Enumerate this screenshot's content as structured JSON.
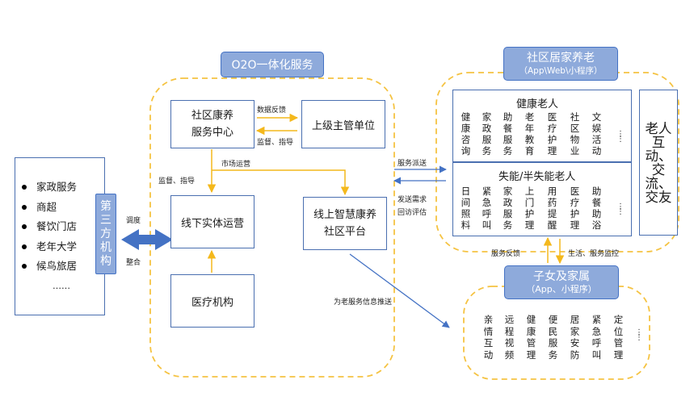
{
  "o2o": {
    "title": "O2O一体化服务",
    "community_center_line1": "社区康养",
    "community_center_line2": "服务中心",
    "superior_unit": "上级主管单位",
    "offline_ops": "线下实体运营",
    "online_platform_line1": "线上智慧康养",
    "online_platform_line2": "社区平台",
    "medical": "医疗机构",
    "label_data_feedback": "数据反馈",
    "label_supervise_guide": "监督、指导",
    "label_supervise_guide_2": "监督、指导",
    "label_market_ops": "市场运营"
  },
  "third_party": {
    "label": "第三方机构",
    "items": [
      "家政服务",
      "商超",
      "餐饮门店",
      "老年大学",
      "候鸟旅居"
    ],
    "more": "……",
    "label_dispatch": "调度",
    "label_integrate": "整合"
  },
  "home_care": {
    "title": "社区居家养老",
    "subtitle": "（App\\Web\\小程序）",
    "healthy_header": "健康老人",
    "healthy_cols": [
      "健康咨询",
      "家政服务",
      "助餐服务",
      "老年教育",
      "医疗护理",
      "社区物业",
      "文娱活动"
    ],
    "disabled_header": "失能/半失能老人",
    "disabled_cols": [
      "日间照料",
      "紧急呼叫",
      "家政服务",
      "上门护理",
      "用药提醒",
      "医疗护理",
      "助餐助浴"
    ],
    "more_dots": "……",
    "side_label": "老人互动、交流、交友"
  },
  "arrows": {
    "service_dispatch": "服务派送",
    "send_request": "发送需求",
    "followup_eval": "回访评估",
    "push_info": "为老服务信息推送",
    "service_feedback": "服务反馈",
    "life_monitoring": "生活、服务监控"
  },
  "family": {
    "title": "子女及家属",
    "subtitle": "（App、小程序）",
    "cols": [
      "亲情互动",
      "远程视频",
      "健康管理",
      "便民服务",
      "居家安防",
      "紧急呼叫",
      "定位管理"
    ],
    "more_dots": "……"
  },
  "colors": {
    "title_fill": "#8eaadb",
    "title_border": "#4472c4",
    "box_border": "#4a6fb0",
    "dashed_border": "#f5c342",
    "arrow_yellow": "#f4b81c",
    "arrow_blue": "#4472c4"
  }
}
